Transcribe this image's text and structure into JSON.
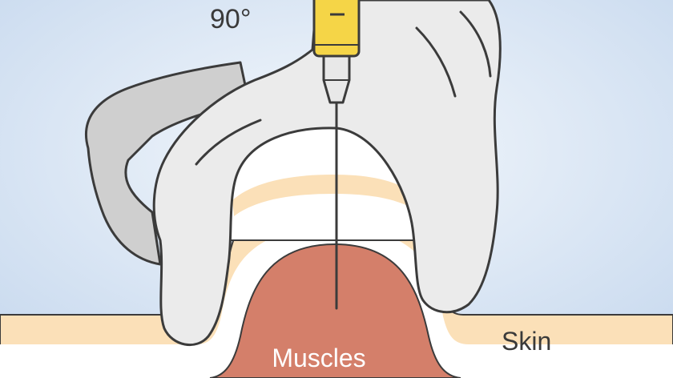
{
  "labels": {
    "angle": "90°",
    "muscles": "Muscles",
    "skin": "Skin"
  },
  "colors": {
    "background_center": "#f4f8fc",
    "background_edge": "#c6d8ee",
    "outline": "#3b3b3b",
    "skin": "#fbe0b8",
    "fat": "#ffffff",
    "muscle": "#d47f6a",
    "glove": "#ebebeb",
    "glove_shadow": "#cfcfcf",
    "syringe_barrel": "#f5d547",
    "needle_hub": "#e8e8e8"
  }
}
